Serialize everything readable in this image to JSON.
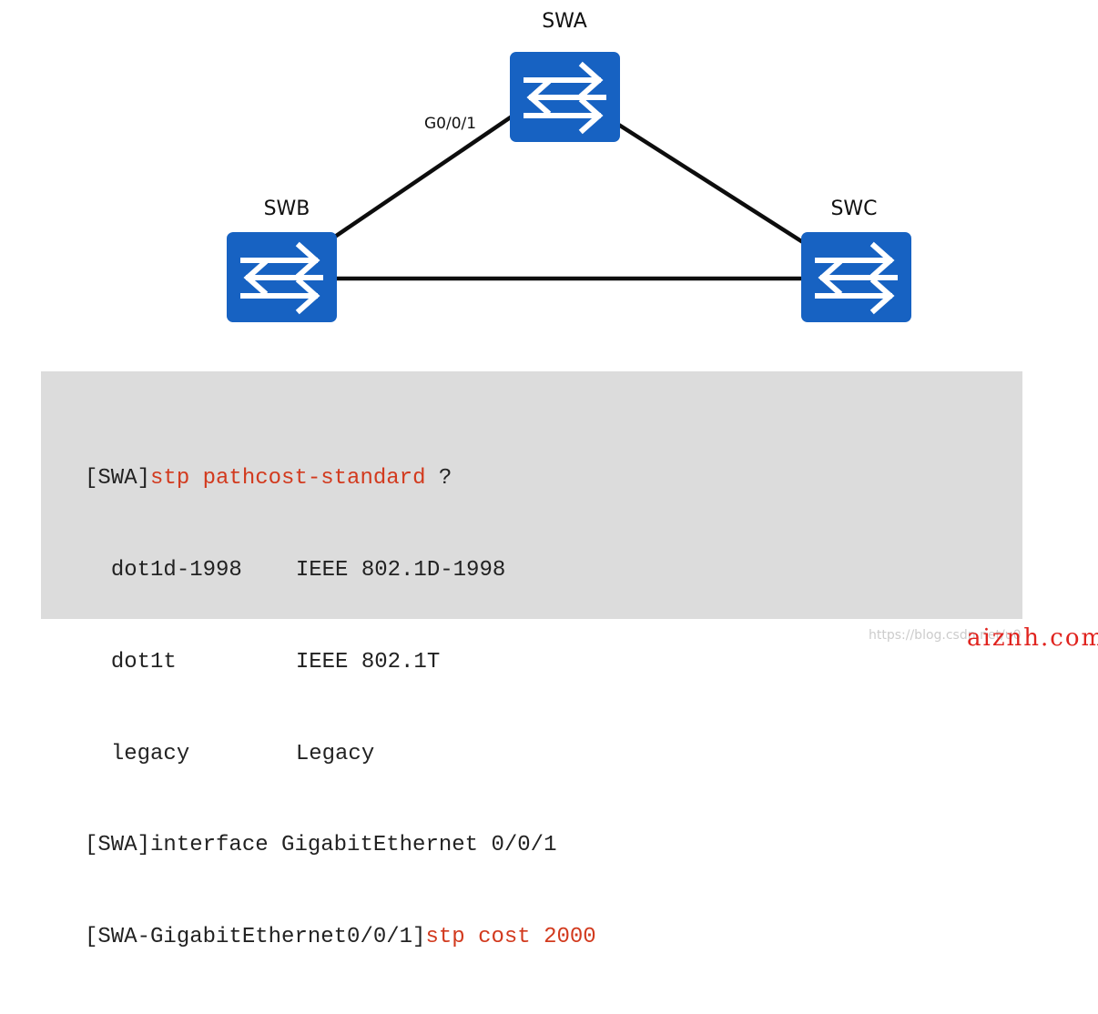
{
  "topology": {
    "devices": [
      {
        "id": "swa",
        "label": "SWA"
      },
      {
        "id": "swb",
        "label": "SWB"
      },
      {
        "id": "swc",
        "label": "SWC"
      }
    ],
    "port_label": "G0/0/1",
    "colors": {
      "switch": "#1762c2",
      "link": "#0d0d0d"
    }
  },
  "cli": {
    "line1": {
      "prompt": "[SWA]",
      "command": "stp pathcost-standard",
      "suffix": " ?"
    },
    "options": [
      {
        "key": "dot1d-1998",
        "desc": "IEEE 802.1D-1998"
      },
      {
        "key": "dot1t",
        "desc": "IEEE 802.1T"
      },
      {
        "key": "legacy",
        "desc": "Legacy"
      }
    ],
    "line5": "[SWA]interface GigabitEthernet 0/0/1",
    "line6": {
      "prompt": "[SWA-GigabitEthernet0/0/1]",
      "command": "stp cost 2000"
    },
    "highlight_color": "#d23a1e"
  },
  "watermark": "https://blog.csdn.net/u0",
  "brand": "aiznh.com"
}
